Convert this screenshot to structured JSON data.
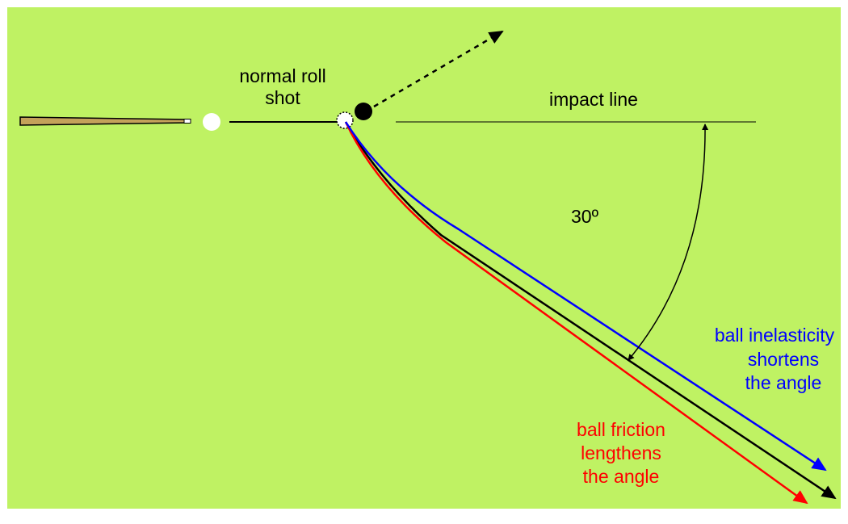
{
  "colors": {
    "table": "#bff263",
    "cue": "#c4a25a",
    "cue_ball": "#ffffff",
    "object_ball": "#000000",
    "normal_path": "#000000",
    "inelasticity": "#0000ff",
    "friction": "#ff0000"
  },
  "labels": {
    "normal_roll_line1": "normal roll",
    "normal_roll_line2": "shot",
    "impact_line": "impact line",
    "angle": "30º",
    "inelasticity_line1": "ball inelasticity",
    "inelasticity_line2": "shortens",
    "inelasticity_line3": "the angle",
    "friction_line1": "ball friction",
    "friction_line2": "lengthens",
    "friction_line3": "the angle"
  }
}
